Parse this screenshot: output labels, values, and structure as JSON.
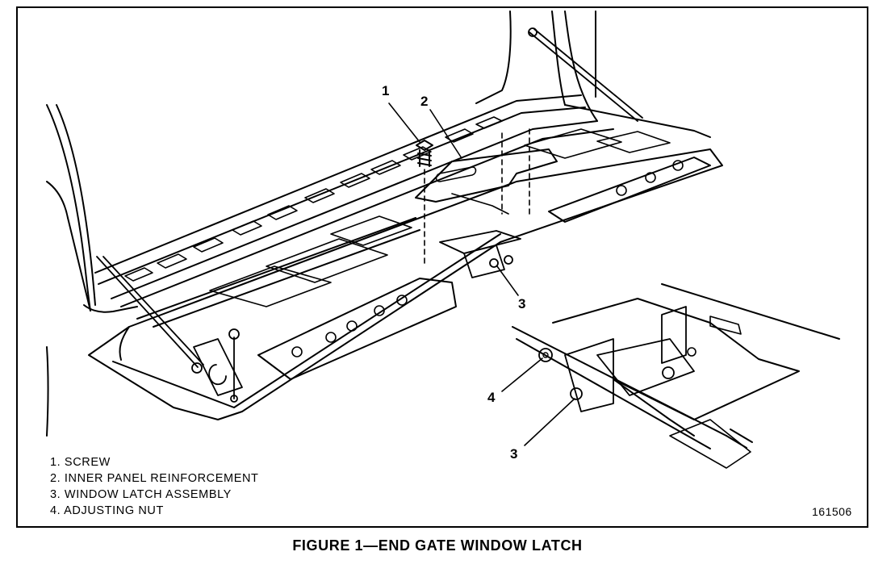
{
  "callouts": {
    "screw": "1",
    "inner_panel_reinforcement": "2",
    "window_latch_assembly_main": "3",
    "adjusting_nut": "4",
    "window_latch_assembly_detail": "3"
  },
  "legend": [
    "1.  SCREW",
    "2.  INNER PANEL REINFORCEMENT",
    "3.  WINDOW LATCH ASSEMBLY",
    "4.  ADJUSTING NUT"
  ],
  "figure_number": "161506",
  "caption": "FIGURE 1—END GATE WINDOW LATCH"
}
